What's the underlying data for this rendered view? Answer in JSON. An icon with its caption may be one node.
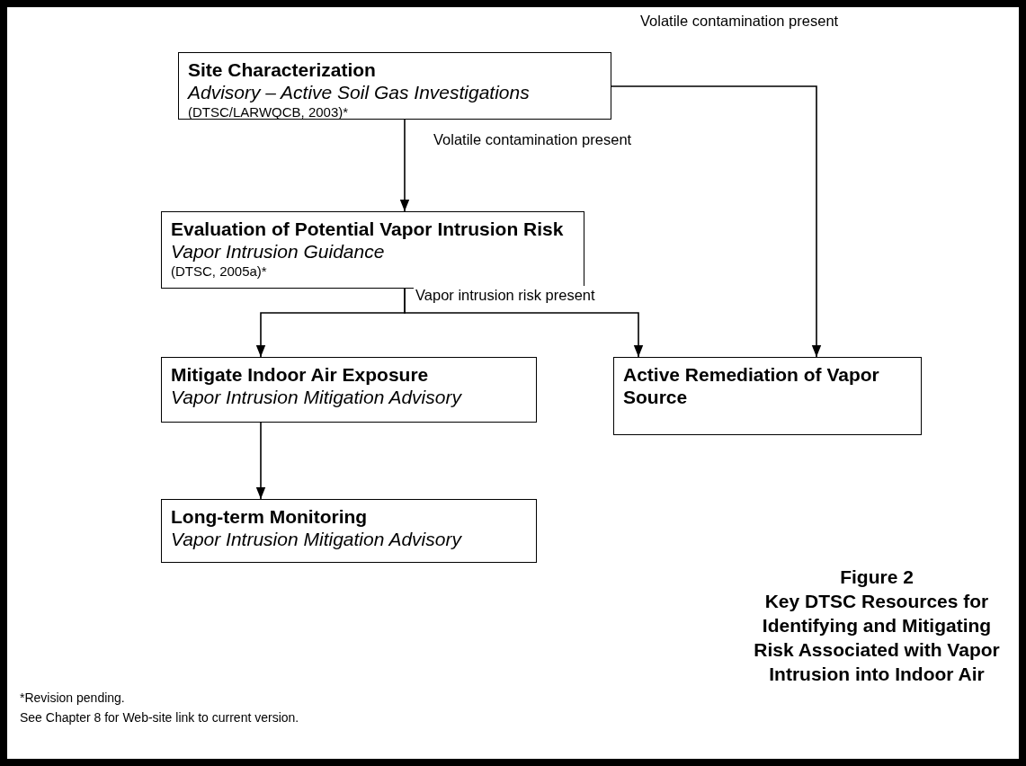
{
  "diagram": {
    "title": "Figure 2",
    "caption": "Key DTSC Resources for Identifying and Mitigating Risk Associated with Vapor Intrusion into Indoor Air",
    "nodes": [
      {
        "text": [
          "Site Characterization",
          "Advisory – Active Soil Gas Investigations",
          "(DTSC/LARWQCB, 2003)*"
        ]
      },
      {
        "text": [
          "Evaluation of Potential Vapor Intrusion Risk",
          "Vapor Intrusion Guidance",
          "(DTSC, 2005a)*"
        ]
      },
      {
        "text": [
          "Mitigate Indoor Air Exposure",
          "Vapor Intrusion Mitigation Advisory"
        ]
      },
      {
        "text": [
          "Active Remediation of Vapor Source"
        ]
      },
      {
        "text": [
          "Long-term Monitoring",
          "Vapor Intrusion Mitigation Advisory"
        ]
      }
    ],
    "edges": [
      {
        "from": 0,
        "to": 1,
        "arrow": "to",
        "label": "Volatile contamination present"
      },
      {
        "from": 0,
        "to": 3,
        "arrow": "to",
        "label": "Volatile contamination present"
      },
      {
        "from": 1,
        "to": 2,
        "arrow": "to",
        "label": "Vapor intrusion risk present"
      },
      {
        "from": 1,
        "to": 3,
        "arrow": "to"
      },
      {
        "from": 2,
        "to": 4,
        "arrow": "to"
      }
    ],
    "labels": [
      "*Revision pending.",
      "See Chapter 8 for Web-site link to current version."
    ]
  }
}
